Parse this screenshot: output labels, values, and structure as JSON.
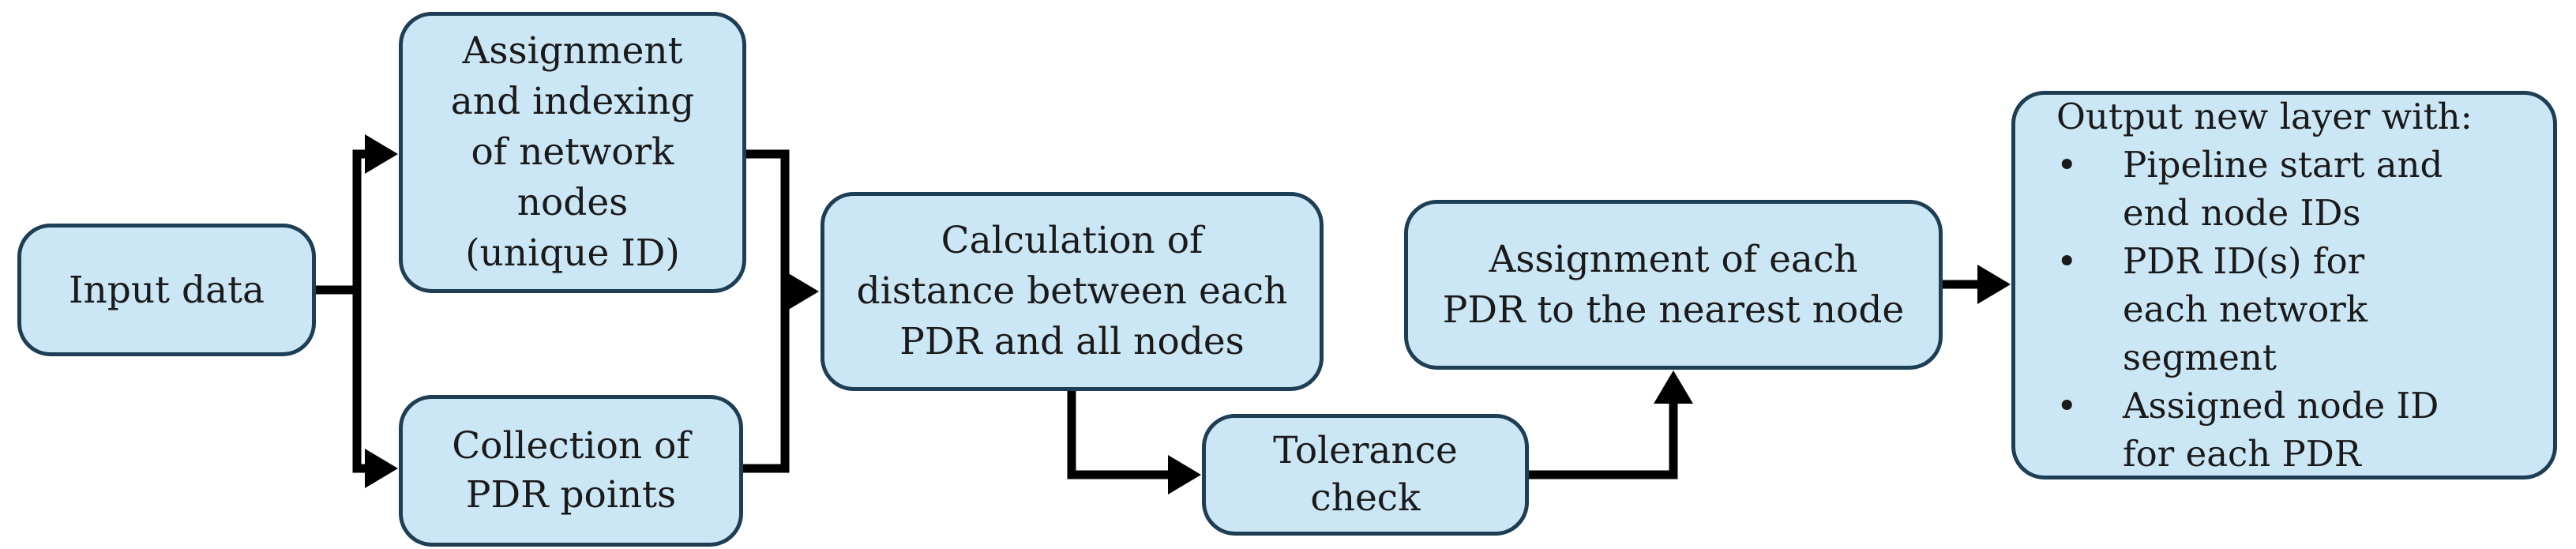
{
  "diagram": {
    "type": "flowchart",
    "colors": {
      "node_fill": "#cbe7f5",
      "node_border": "#1d3e54",
      "arrow": "#000000",
      "text": "#1a1a1a",
      "background": "#ffffff"
    },
    "nodes": {
      "input_data": {
        "label": "Input data"
      },
      "assignment_indexing": {
        "lines": [
          "Assignment",
          "and indexing",
          "of network",
          "nodes",
          "(unique ID)"
        ]
      },
      "collection_pdr": {
        "lines": [
          "Collection of",
          "PDR points"
        ]
      },
      "calculation_distance": {
        "lines": [
          "Calculation of",
          "distance between each",
          "PDR and all nodes"
        ]
      },
      "tolerance_check": {
        "lines": [
          "Tolerance",
          "check"
        ]
      },
      "assignment_nearest": {
        "lines": [
          "Assignment of each",
          "PDR to the nearest node"
        ]
      },
      "output_layer": {
        "title": "Output new layer with:",
        "bullet_char": "•",
        "bullets": [
          "Pipeline start and end node IDs",
          "PDR ID(s) for each network segment",
          "Assigned node ID for each PDR"
        ]
      }
    },
    "edges": [
      {
        "from": "input_data",
        "to": "assignment_indexing"
      },
      {
        "from": "input_data",
        "to": "collection_pdr"
      },
      {
        "from": "assignment_indexing",
        "to": "calculation_distance"
      },
      {
        "from": "collection_pdr",
        "to": "calculation_distance"
      },
      {
        "from": "calculation_distance",
        "to": "tolerance_check"
      },
      {
        "from": "tolerance_check",
        "to": "assignment_nearest"
      },
      {
        "from": "assignment_nearest",
        "to": "output_layer"
      }
    ]
  }
}
